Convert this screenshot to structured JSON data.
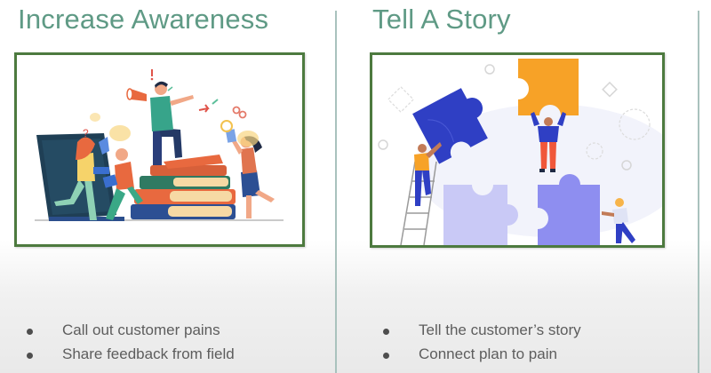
{
  "slide": {
    "columns": [
      {
        "title": "Increase Awareness",
        "image": {
          "description": "flat illustration of people with megaphone on stack of books next to a laptop",
          "icon": "megaphone-team-illustration"
        },
        "bullets": [
          "Call out customer pains",
          "Share feedback from field"
        ]
      },
      {
        "title": "Tell A Story",
        "image": {
          "description": "flat illustration of people assembling giant puzzle pieces",
          "icon": "puzzle-team-illustration"
        },
        "bullets": [
          "Tell the customer’s story",
          "Connect plan to pain"
        ]
      }
    ]
  },
  "colors": {
    "title": "#5f9a85",
    "frame_border": "#4d7a3f",
    "divider": "#a9c2bd",
    "bullet_text": "#5d5d5d",
    "puzzle_blue": "#2f3fc4",
    "puzzle_orange": "#f7a227",
    "puzzle_lavender": "#c9c9f6",
    "puzzle_periwinkle": "#8e8ef0"
  }
}
